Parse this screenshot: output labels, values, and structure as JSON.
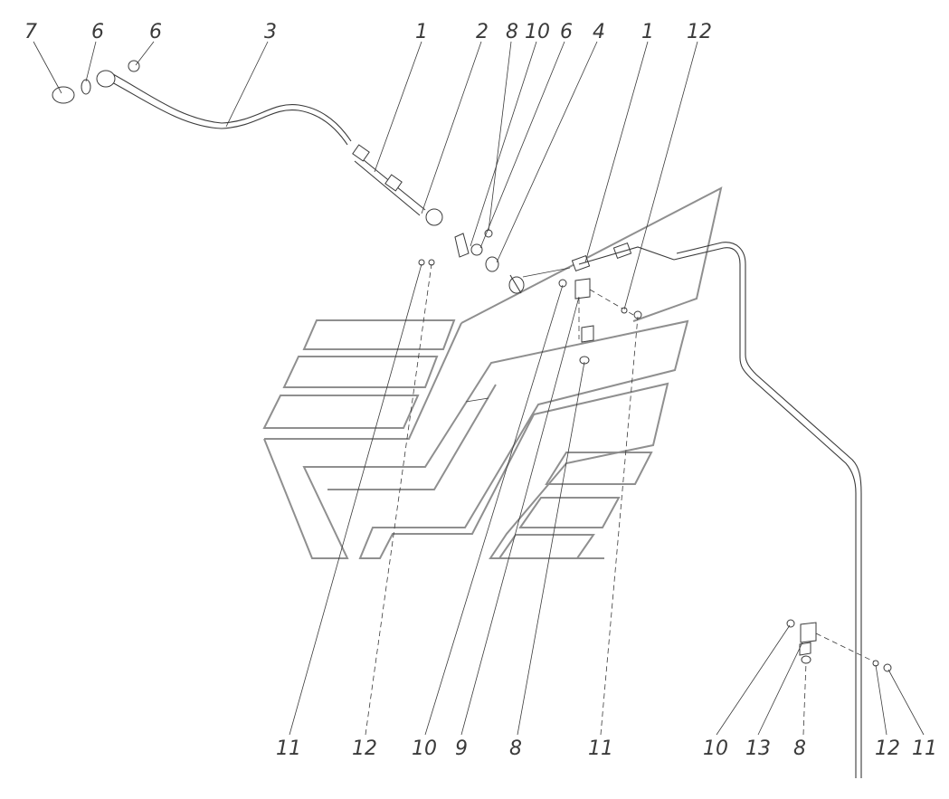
{
  "callouts": {
    "top": [
      "7",
      "6",
      "6",
      "3",
      "1",
      "2",
      "8",
      "10",
      "6",
      "4",
      "1",
      "12"
    ],
    "bottom_left": [
      "11",
      "12",
      "10",
      "9",
      "8",
      "11"
    ],
    "bottom_right": [
      "10",
      "13",
      "8",
      "12",
      "11"
    ]
  },
  "colors": {
    "line": "#3a3a3a",
    "outline": "#8f8f8f",
    "background": "#ffffff"
  }
}
